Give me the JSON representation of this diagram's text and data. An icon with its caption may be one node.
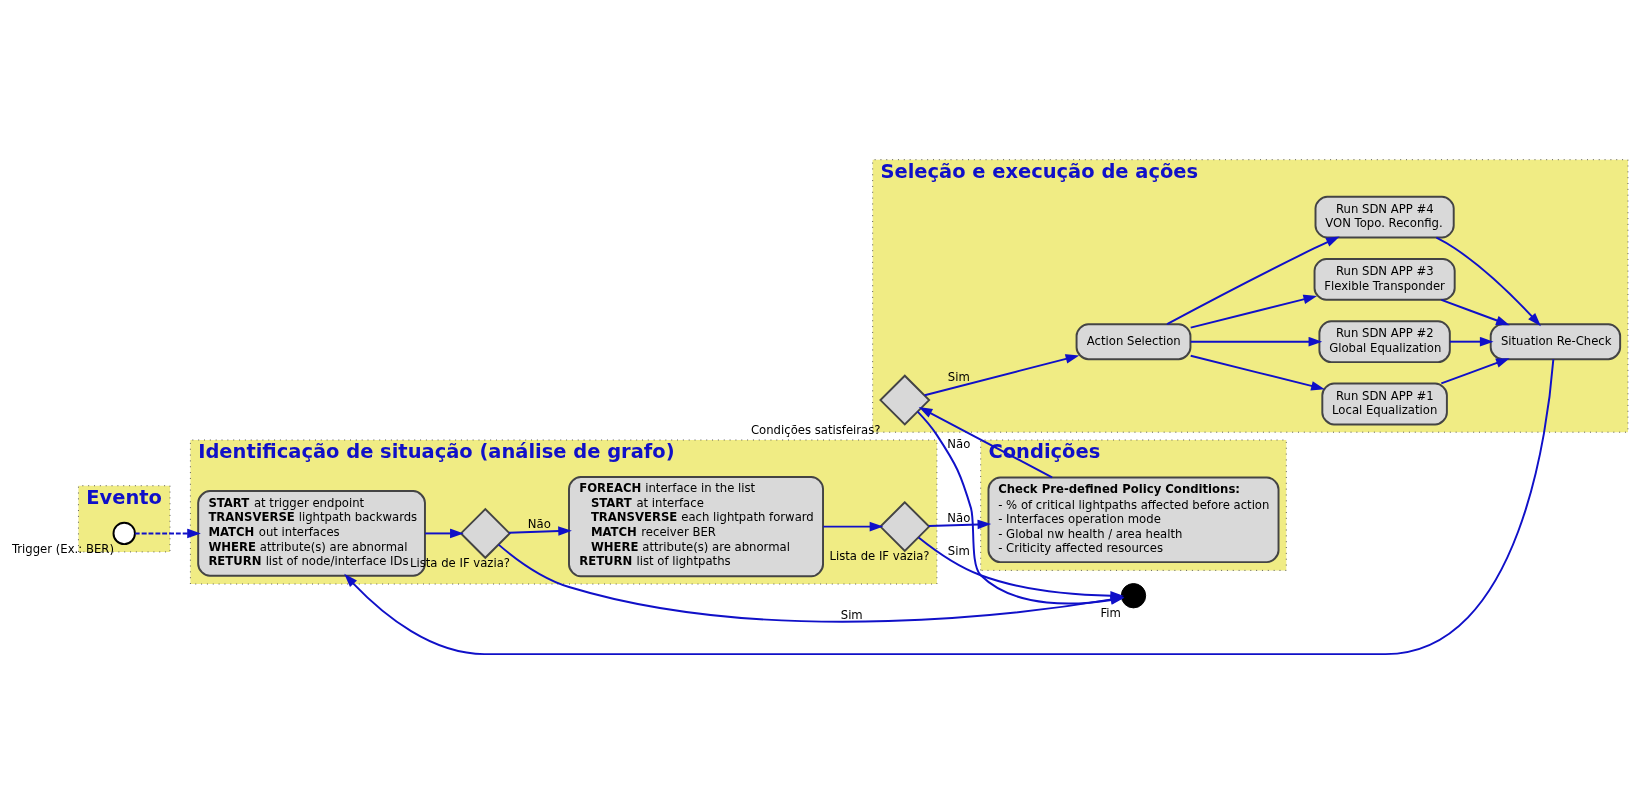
{
  "diagram": {
    "nodes": [
      {
        "text": [
          "Evento"
        ]
      },
      {
        "text": [
          "Trigger (Ex.: BER)"
        ],
        "in": 0
      },
      {
        "text": [
          "Identificação de situação (análise de grafo)"
        ]
      },
      {
        "text": [
          "**START** at trigger endpoint",
          "**TRANSVERSE** lightpath backwards",
          "**MATCH** out interfaces",
          "**WHERE** attribute(s) are abnormal",
          "**RETURN** list of node/interface IDs"
        ],
        "in": 2
      },
      {
        "text": [
          "Lista de IF vazia?"
        ],
        "in": 2
      },
      {
        "text": [
          "**FOREACH** interface in the list",
          "**START** at interface",
          "**TRANSVERSE** each lightpath forward",
          "**MATCH** receiver BER",
          "**WHERE** attribute(s) are abnormal",
          "**RETURN** list of lightpaths"
        ],
        "in": 2
      },
      {
        "text": [
          "Lista de IF vazia?"
        ],
        "in": 2
      },
      {
        "text": [
          "Condições"
        ]
      },
      {
        "text": [
          "Check Pre-defined Policy Conditions:",
          "- % of critical lightpaths affected before action",
          "- Interfaces operation mode",
          "- Global nw health / area health",
          "- Criticity affected resources"
        ],
        "in": 7
      },
      {
        "text": [
          "Seleção e execução de ações"
        ]
      },
      {
        "text": [
          "Condições satisfeiras?"
        ],
        "in": 9
      },
      {
        "text": [
          "Action Selection"
        ],
        "in": 9
      },
      {
        "text": [
          "Run SDN APP #1",
          "Local Equalization"
        ],
        "in": 9
      },
      {
        "text": [
          "Run SDN APP #2",
          "Global Equalization"
        ],
        "in": 9
      },
      {
        "text": [
          "Run SDN APP #3",
          "Flexible Transponder"
        ],
        "in": 9
      },
      {
        "text": [
          "Run SDN APP #4",
          "VON Topo. Reconfig."
        ],
        "in": 9
      },
      {
        "text": [
          "Situation Re-Check"
        ],
        "in": 9
      },
      {
        "text": [
          "Fim"
        ]
      }
    ],
    "edges": [
      {
        "from": 1,
        "to": 3,
        "arrow": "to",
        "style": "dashed"
      },
      {
        "from": 3,
        "to": 4,
        "arrow": "to"
      },
      {
        "from": 4,
        "to": 5,
        "arrow": "to",
        "label": "Não"
      },
      {
        "from": 4,
        "to": 17,
        "arrow": "to",
        "label": "Sim"
      },
      {
        "from": 5,
        "to": 6,
        "arrow": "to"
      },
      {
        "from": 6,
        "to": 17,
        "arrow": "to",
        "label": "Sim"
      },
      {
        "from": 6,
        "to": 8,
        "arrow": "to",
        "label": "Não"
      },
      {
        "from": 8,
        "to": 10,
        "arrow": "to"
      },
      {
        "from": 10,
        "to": 11,
        "arrow": "to",
        "label": "Sim"
      },
      {
        "from": 10,
        "to": 17,
        "arrow": "to",
        "label": "Não"
      },
      {
        "from": 11,
        "to": 12,
        "arrow": "to"
      },
      {
        "from": 11,
        "to": 13,
        "arrow": "to"
      },
      {
        "from": 11,
        "to": 14,
        "arrow": "to"
      },
      {
        "from": 11,
        "to": 15,
        "arrow": "to"
      },
      {
        "from": 12,
        "to": 16,
        "arrow": "to"
      },
      {
        "from": 13,
        "to": 16,
        "arrow": "to"
      },
      {
        "from": 14,
        "to": 16,
        "arrow": "to"
      },
      {
        "from": 15,
        "to": 16,
        "arrow": "to"
      },
      {
        "from": 16,
        "to": 3,
        "arrow": "to"
      }
    ]
  }
}
